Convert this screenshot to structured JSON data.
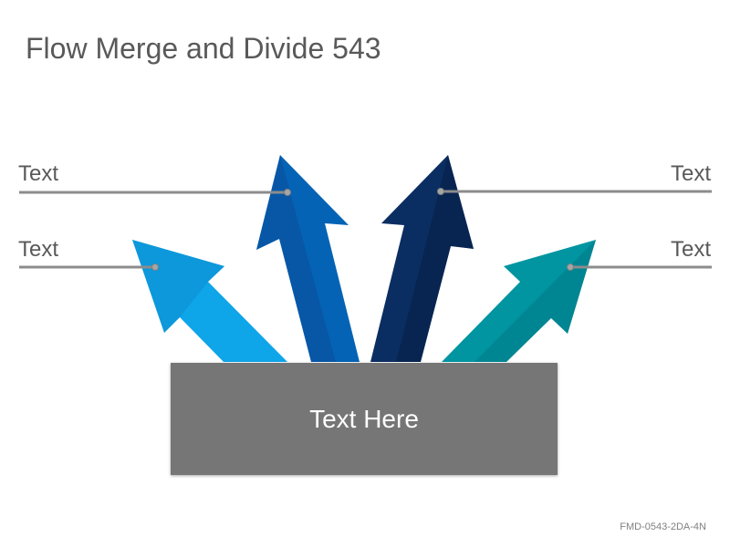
{
  "title": "Flow Merge and Divide 543",
  "labels": {
    "top_left": "Text",
    "mid_left": "Text",
    "top_right": "Text",
    "mid_right": "Text"
  },
  "box_text": "Text Here",
  "footer_code": "FMD-0543-2DA-4N",
  "colors": {
    "arrow_light_blue": "#0ea5e9",
    "arrow_blue": "#0563b5",
    "arrow_navy": "#0b2e62",
    "arrow_teal": "#0095a0",
    "connector": "#7f7f7f",
    "box": "#767676",
    "text": "#595959"
  }
}
